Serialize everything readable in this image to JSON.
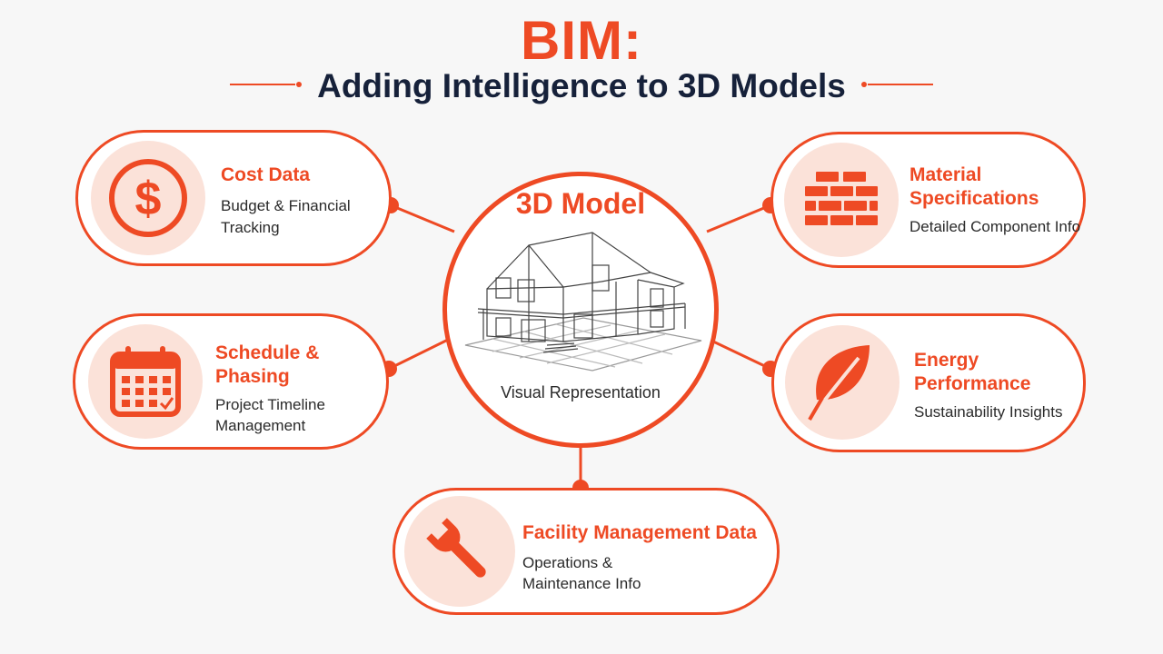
{
  "header": {
    "title": "BIM:",
    "subtitle": "Adding Intelligence to 3D Models"
  },
  "center": {
    "title": "3D Model",
    "description": "Visual Representation",
    "icon": "house-wireframe-icon"
  },
  "nodes": [
    {
      "title": "Cost Data",
      "desc_line1": "Budget & Financial",
      "desc_line2": "Tracking",
      "icon": "dollar-icon"
    },
    {
      "title": "Schedule &",
      "title_line2": "Phasing",
      "desc_line1": "Project Timeline",
      "desc_line2": "Management",
      "icon": "calendar-icon"
    },
    {
      "title": "Material",
      "title_line2": "Specifications",
      "desc_line1": "Detailed Component Info",
      "icon": "brick-wall-icon"
    },
    {
      "title": "Energy",
      "title_line2": "Performance",
      "desc_line1": "Sustainability Insights",
      "icon": "leaf-icon"
    },
    {
      "title": "Facility Management Data",
      "desc_line1": "Operations &",
      "desc_line2": "Maintenance Info",
      "icon": "wrench-icon"
    }
  ],
  "colors": {
    "accent": "#ee4a24",
    "icon_bg": "#fbe2d9",
    "title_dark": "#16213a",
    "background": "#f7f7f7"
  }
}
